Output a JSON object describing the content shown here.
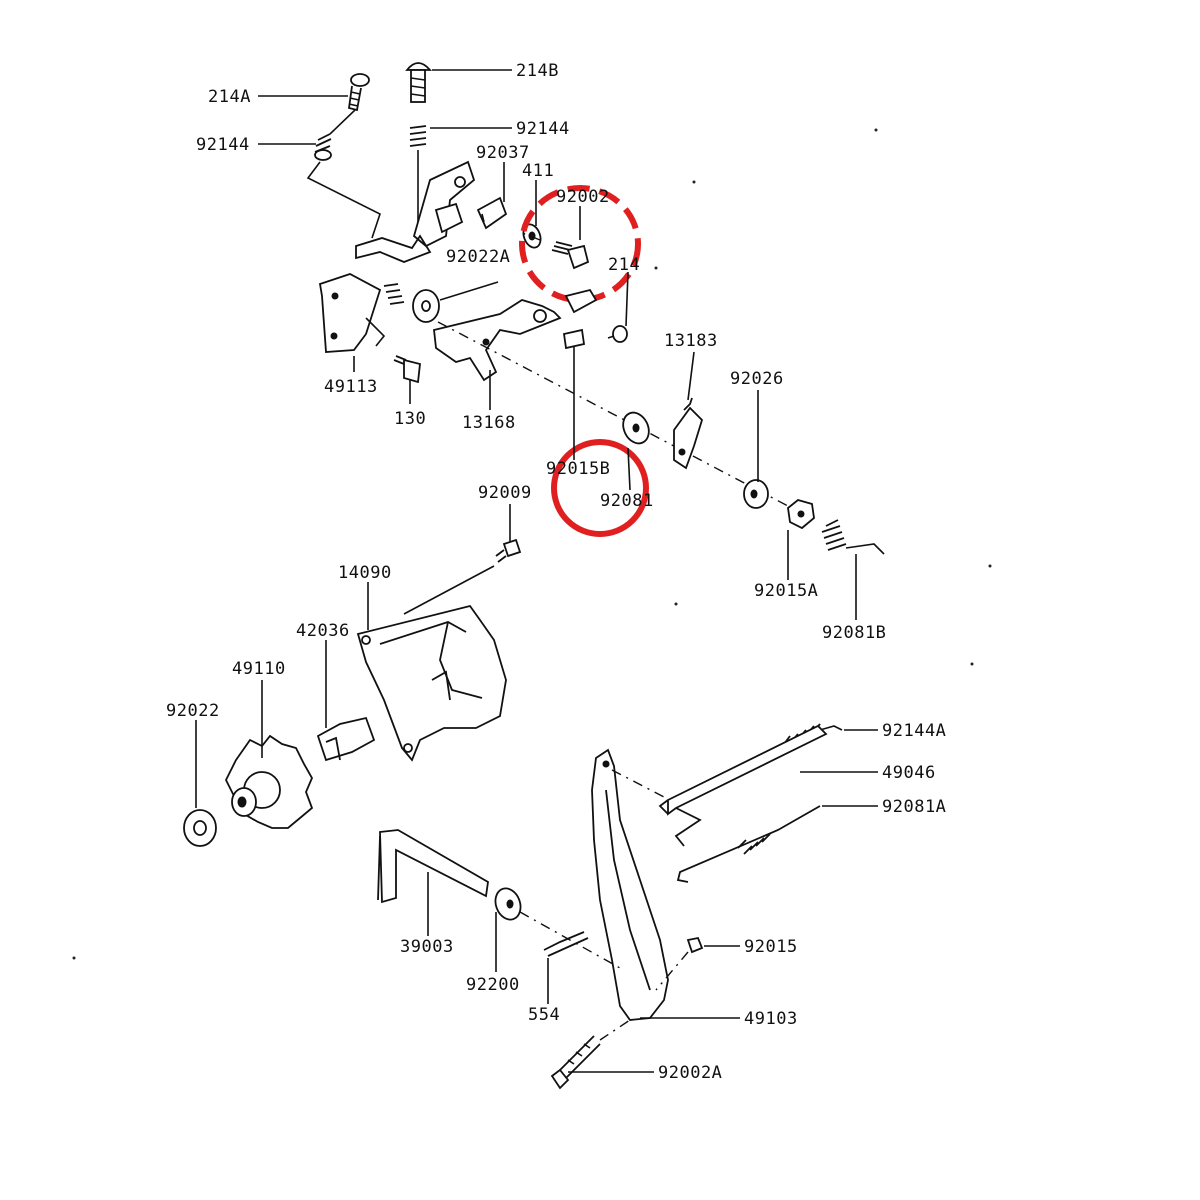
{
  "diagram": {
    "part_labels": {
      "p214A": "214A",
      "p214B": "214B",
      "p92144_left": "92144",
      "p92144_right": "92144",
      "p92037": "92037",
      "p411": "411",
      "p92002": "92002",
      "p214": "214",
      "p92022A": "92022A",
      "p49113": "49113",
      "p130": "130",
      "p13168": "13168",
      "p13183": "13183",
      "p92026": "92026",
      "p92015B": "92015B",
      "p92081": "92081",
      "p92009": "92009",
      "p92015A": "92015A",
      "p92081B": "92081B",
      "p14090": "14090",
      "p42036": "42036",
      "p49110": "49110",
      "p92022": "92022",
      "p92144A": "92144A",
      "p49046": "49046",
      "p92081A": "92081A",
      "p92015": "92015",
      "p39003": "39003",
      "p92200": "92200",
      "p554": "554",
      "p49103": "49103",
      "p92002A": "92002A"
    },
    "highlight_color": "#e02020"
  }
}
